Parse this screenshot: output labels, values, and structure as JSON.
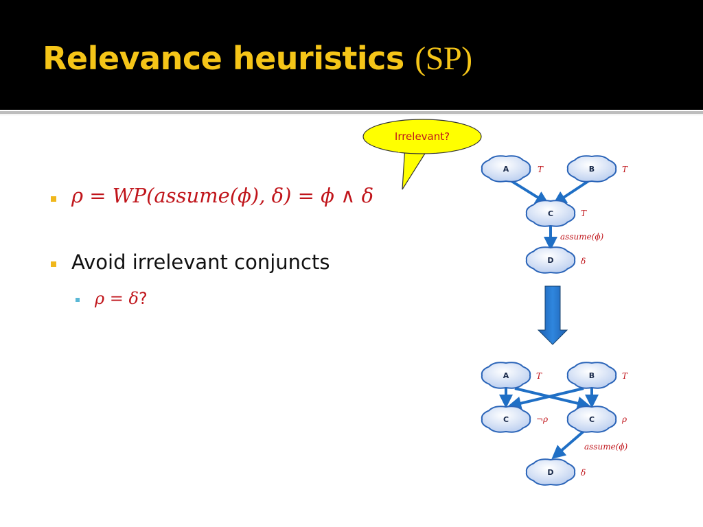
{
  "slide": {
    "title_main": "Relevance heuristics",
    "title_paren": "(SP)"
  },
  "bullets": {
    "b1_math": "ρ = WP(assume(ϕ), δ) = ϕ ∧ δ",
    "b2_text": "Avoid irrelevant conjuncts",
    "b2_sub_math": "ρ = δ",
    "b2_sub_suffix": "?"
  },
  "callout": {
    "text": "Irrelevant?"
  },
  "diagram_top": {
    "nodes": [
      {
        "label": "A",
        "annotation": "T"
      },
      {
        "label": "B",
        "annotation": "T"
      },
      {
        "label": "C",
        "annotation": "T"
      },
      {
        "label": "D",
        "annotation": "δ"
      }
    ],
    "edge_label": "assume(ϕ)"
  },
  "diagram_bottom": {
    "nodes": [
      {
        "label": "A",
        "annotation": "T"
      },
      {
        "label": "B",
        "annotation": "T"
      },
      {
        "label": "C",
        "annotation": "¬ρ"
      },
      {
        "label": "C",
        "annotation": "ρ"
      },
      {
        "label": "D",
        "annotation": "δ"
      }
    ],
    "edge_label": "assume(ϕ)"
  },
  "colors": {
    "title": "#f5c518",
    "math": "#c0151b",
    "arrow": "#1f6fc5",
    "cloud_fill": "#d4e2f7",
    "callout_fill": "#ffff00"
  }
}
